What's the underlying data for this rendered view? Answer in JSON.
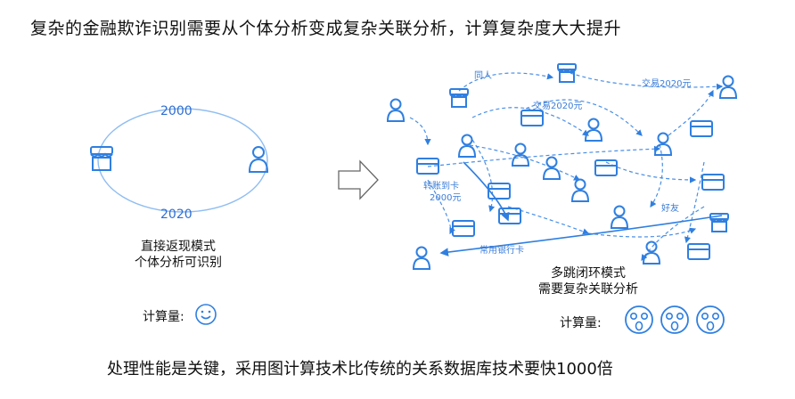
{
  "title": "复杂的金融欺诈识别需要从个体分析变成复杂关联分析，计算复杂度大大提升",
  "left_panel": {
    "top_amount": "2000",
    "bottom_amount": "2020",
    "caption_line1": "直接返现模式",
    "caption_line2": "个体分析可识别",
    "calc_label": "计算量:"
  },
  "right_panel": {
    "labels": {
      "same_person": "同人",
      "trade_top": "交易2020元",
      "trade_mid": "交易2020元",
      "transfer_line1": "转账到卡",
      "transfer_line2": "2000元",
      "common_card": "常用银行卡",
      "friend": "好友"
    },
    "caption_line1": "多跳闭环模式",
    "caption_line2": "需要复杂关联分析",
    "calc_label": "计算量:"
  },
  "footer": "处理性能是关键，采用图计算技术比传统的关系数据库技术要快1000倍",
  "colors": {
    "accent": "#2f7fe0",
    "loop": "#5b9ee8"
  },
  "icons": [
    "store-icon",
    "person-icon",
    "card-icon",
    "arrow-right-icon",
    "smile-icon",
    "shocked-face-icon"
  ]
}
